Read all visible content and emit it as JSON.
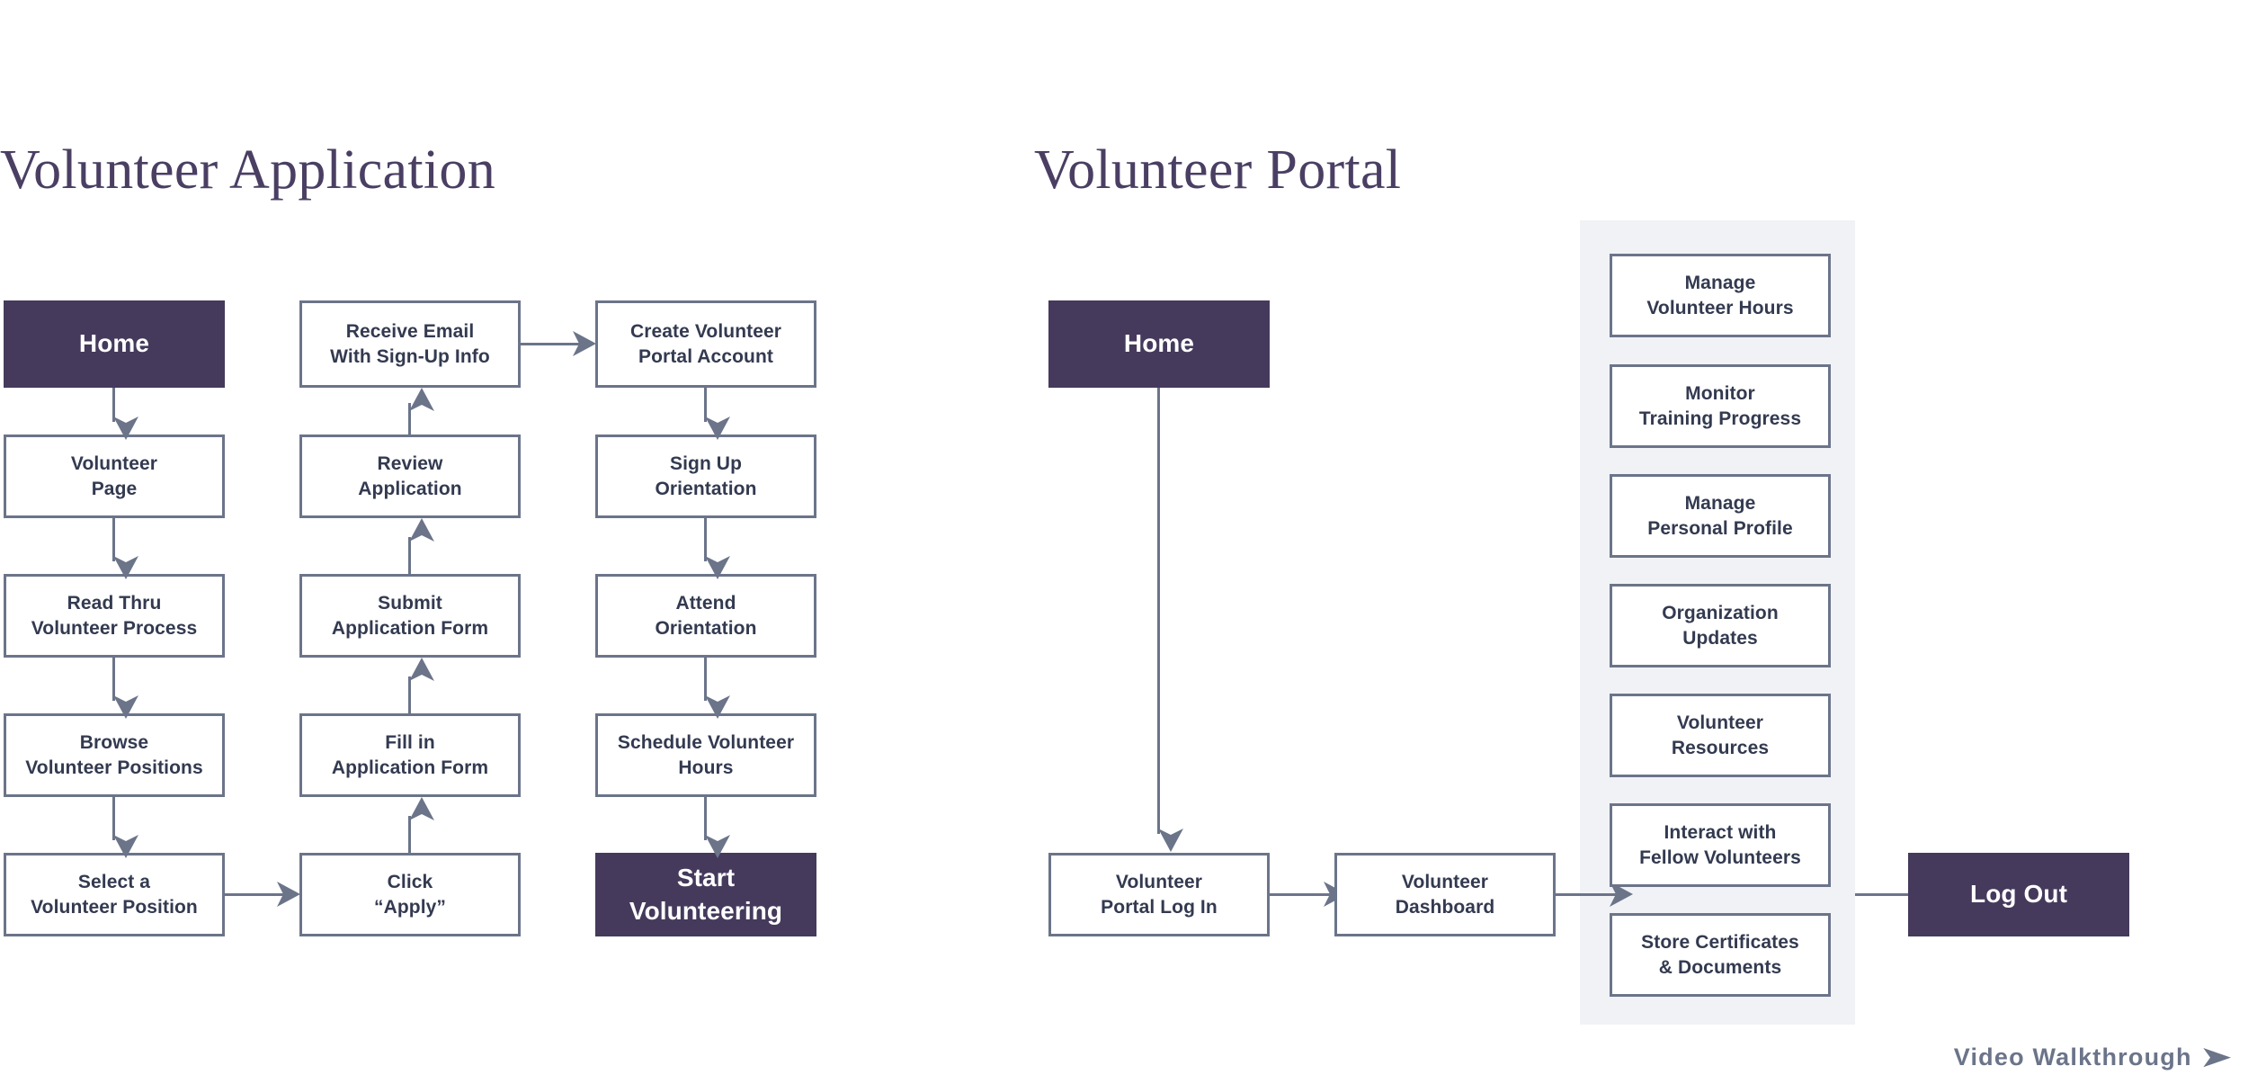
{
  "sections": {
    "application": {
      "title": "Volunteer Application",
      "column1": [
        {
          "label": "Home",
          "accent": true
        },
        {
          "label": "Volunteer\nPage",
          "accent": false
        },
        {
          "label": "Read Thru\nVolunteer Process",
          "accent": false
        },
        {
          "label": "Browse\nVolunteer Positions",
          "accent": false
        },
        {
          "label": "Select a\nVolunteer Position",
          "accent": false
        }
      ],
      "column2": [
        {
          "label": "Receive Email\nWith Sign-Up Info",
          "accent": false
        },
        {
          "label": "Review\nApplication",
          "accent": false
        },
        {
          "label": "Submit\nApplication Form",
          "accent": false
        },
        {
          "label": "Fill in\nApplication Form",
          "accent": false
        },
        {
          "label": "Click\n“Apply”",
          "accent": false
        }
      ],
      "column3": [
        {
          "label": "Create Volunteer\nPortal Account",
          "accent": false
        },
        {
          "label": "Sign Up\nOrientation",
          "accent": false
        },
        {
          "label": "Attend\nOrientation",
          "accent": false
        },
        {
          "label": "Schedule Volunteer\nHours",
          "accent": false
        },
        {
          "label": "Start\nVolunteering",
          "accent": true
        }
      ]
    },
    "portal": {
      "title": "Volunteer Portal",
      "home": {
        "label": "Home",
        "accent": true
      },
      "login": {
        "label": "Volunteer\nPortal Log In",
        "accent": false
      },
      "dashboard": {
        "label": "Volunteer\nDashboard",
        "accent": false
      },
      "logout": {
        "label": "Log Out",
        "accent": true
      },
      "features": [
        {
          "label": "Manage\nVolunteer Hours"
        },
        {
          "label": "Monitor\nTraining Progress"
        },
        {
          "label": "Manage\nPersonal Profile"
        },
        {
          "label": "Organization\nUpdates"
        },
        {
          "label": "Volunteer\nResources"
        },
        {
          "label": "Interact with\nFellow Volunteers"
        },
        {
          "label": "Store Certificates\n& Documents"
        }
      ]
    }
  },
  "footer": {
    "video_walkthrough_label": "Video  Walkthrough",
    "play_glyph": "➤"
  },
  "colors": {
    "accent_purple": "#453A5C",
    "title_purple": "#4A3F63",
    "box_border": "#6B7489",
    "box_text": "#333A50",
    "panel_background": "#F1F2F6",
    "page_background": "#FFFFFF"
  }
}
